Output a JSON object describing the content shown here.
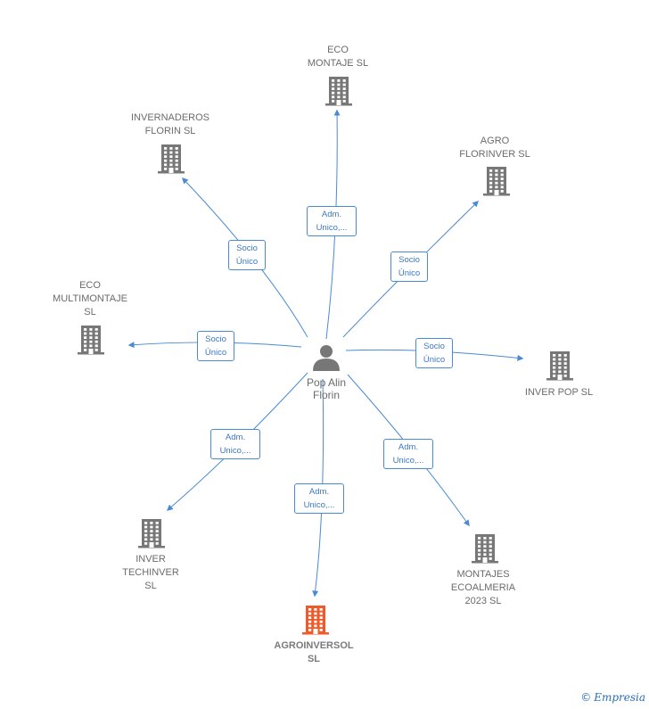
{
  "person": {
    "name": "Pop Alin\nFlorin",
    "icon": "person-icon"
  },
  "companies": [
    {
      "id": "eco-montaje",
      "label": "ECO\nMONTAJE  SL",
      "color": "#777777"
    },
    {
      "id": "invernaderos-florin",
      "label": "INVERNADEROS\nFLORIN  SL",
      "color": "#777777"
    },
    {
      "id": "agro-florinver",
      "label": "AGRO\nFLORINVER  SL",
      "color": "#777777"
    },
    {
      "id": "eco-multimontaje",
      "label": "ECO\nMULTIMONTAJE\nSL",
      "color": "#777777"
    },
    {
      "id": "inver-pop",
      "label": "INVER POP  SL",
      "color": "#777777"
    },
    {
      "id": "inver-techinver",
      "label": "INVER\nTECHINVER\nSL",
      "color": "#777777"
    },
    {
      "id": "montajes-ecoalmeria",
      "label": "MONTAJES\nECOALMERIA\n2023  SL",
      "color": "#777777"
    },
    {
      "id": "agroinversol",
      "label": "AGROINVERSOL\nSL",
      "color": "#f05a28",
      "highlight": true
    }
  ],
  "edges": [
    {
      "to": "eco-montaje",
      "label": "Adm.\nUnico,..."
    },
    {
      "to": "invernaderos-florin",
      "label": "Socio\nÚnico"
    },
    {
      "to": "agro-florinver",
      "label": "Socio\nÚnico"
    },
    {
      "to": "eco-multimontaje",
      "label": "Socio\nÚnico"
    },
    {
      "to": "inver-pop",
      "label": "Socio\nÚnico"
    },
    {
      "to": "inver-techinver",
      "label": "Adm.\nUnico,..."
    },
    {
      "to": "montajes-ecoalmeria",
      "label": "Adm.\nUnico,..."
    },
    {
      "to": "agroinversol",
      "label": "Adm.\nUnico,..."
    }
  ],
  "colors": {
    "edge": "#4a8ad4",
    "building": "#777777",
    "highlight": "#f05a28"
  },
  "footer": {
    "copyright": "©",
    "brand": "Empresia"
  }
}
